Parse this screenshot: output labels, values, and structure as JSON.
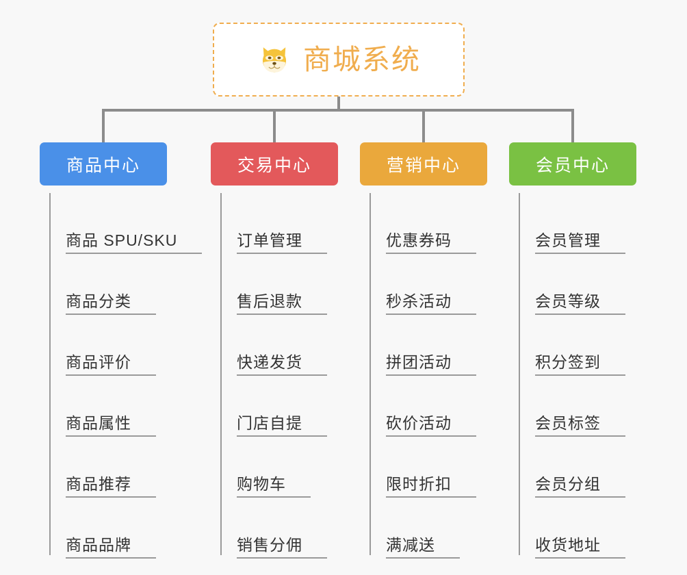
{
  "background_color": "#f8f8f8",
  "root": {
    "title": "商城系统",
    "icon": "shiba-dog-face-icon",
    "text_color": "#f0ad4e",
    "border_color": "#f0ad4e",
    "background_color": "#ffffff"
  },
  "columns": [
    {
      "title": "商品中心",
      "color": "#4a90e8",
      "items": [
        "商品 SPU/SKU",
        "商品分类",
        "商品评价",
        "商品属性",
        "商品推荐",
        "商品品牌"
      ]
    },
    {
      "title": "交易中心",
      "color": "#e3595b",
      "items": [
        "订单管理",
        "售后退款",
        "快递发货",
        "门店自提",
        "购物车",
        "销售分佣"
      ]
    },
    {
      "title": "营销中心",
      "color": "#eaa83c",
      "items": [
        "优惠券码",
        "秒杀活动",
        "拼团活动",
        "砍价活动",
        "限时折扣",
        "满减送"
      ]
    },
    {
      "title": "会员中心",
      "color": "#7ac143",
      "items": [
        "会员管理",
        "会员等级",
        "积分签到",
        "会员标签",
        "会员分组",
        "收货地址"
      ]
    }
  ],
  "connector": {
    "color": "#8c8c8c",
    "leaf_line_color": "#9a9a9a"
  }
}
